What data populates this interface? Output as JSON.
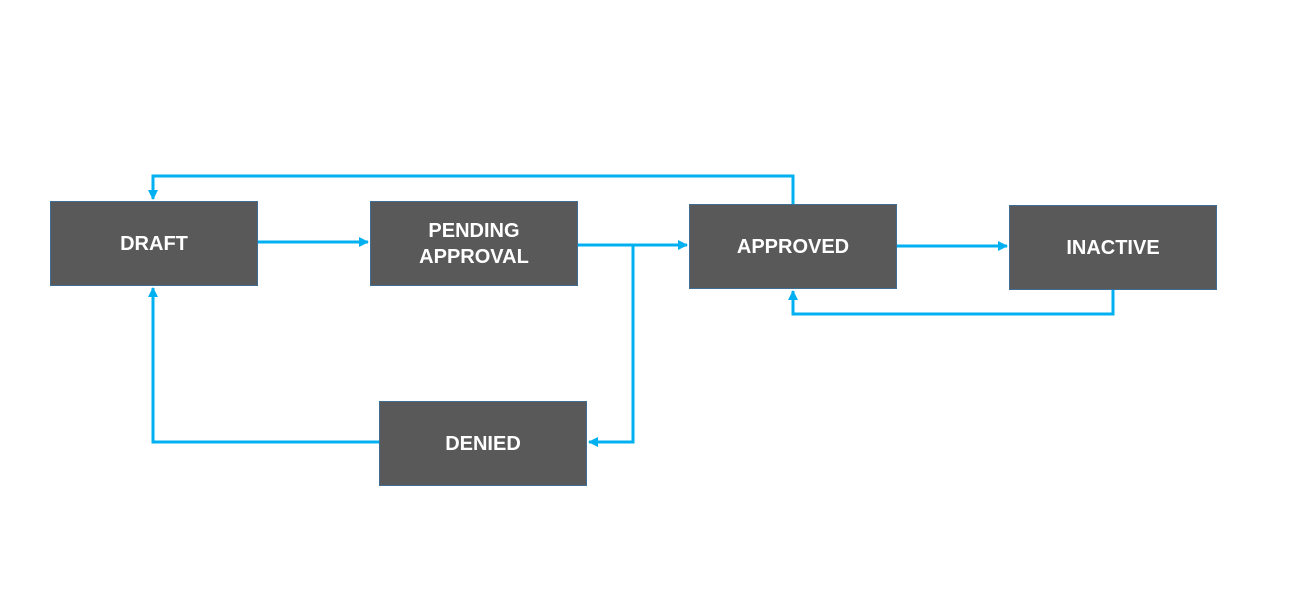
{
  "colors": {
    "box_fill": "#595959",
    "box_text": "#ffffff",
    "connector": "#00b0f0",
    "background": "#ffffff"
  },
  "states": {
    "draft": "DRAFT",
    "pending": "PENDING\nAPPROVAL",
    "approved": "APPROVED",
    "inactive": "INACTIVE",
    "denied": "DENIED"
  },
  "transitions": [
    {
      "from": "DRAFT",
      "to": "PENDING\nAPPROVAL"
    },
    {
      "from": "PENDING\nAPPROVAL",
      "to": "APPROVED"
    },
    {
      "from": "PENDING\nAPPROVAL",
      "to": "DENIED"
    },
    {
      "from": "APPROVED",
      "to": "INACTIVE"
    },
    {
      "from": "APPROVED",
      "to": "DRAFT"
    },
    {
      "from": "INACTIVE",
      "to": "APPROVED"
    },
    {
      "from": "DENIED",
      "to": "DRAFT"
    }
  ]
}
